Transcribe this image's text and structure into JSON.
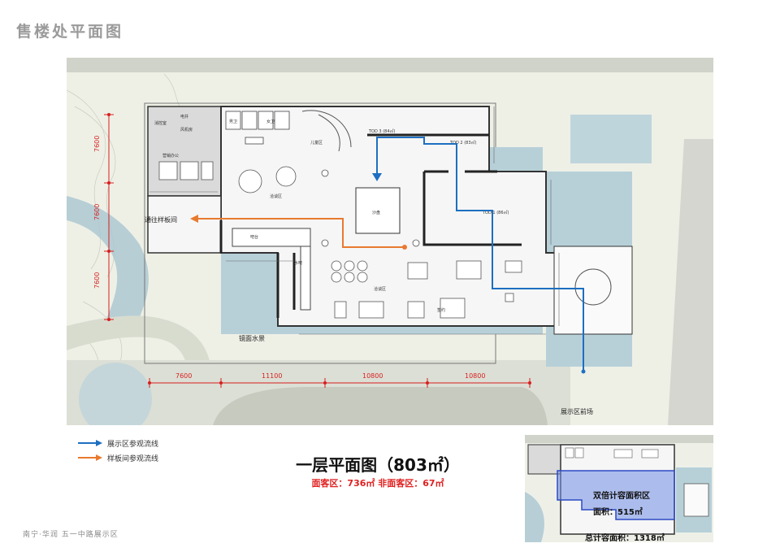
{
  "page": {
    "title": "售楼处平面图",
    "footer": "南宁·华润 五一中路展示区"
  },
  "plan": {
    "rooms": {
      "fire_control": "消控室",
      "electric": "电井",
      "fan_room": "风机房",
      "male_wc": "男卫",
      "female_wc": "女卫",
      "kids": "儿童区",
      "sales_office": "营销办公",
      "negotiation_1": "洽谈区",
      "sand_table": "沙盘",
      "bar": "吧台",
      "water_bar": "水吧",
      "negotiation_2": "洽谈区",
      "sign_area": "签约",
      "tod1": "TOD 1 (86㎡)",
      "tod2": "TOD 2 (83㎡)",
      "tod3": "TOD 3 (84㎡)",
      "mirror_water": "镜面水景",
      "to_model_room": "通往样板间",
      "front_square": "展示区前场"
    },
    "vertical_dims": [
      "7600",
      "7600",
      "7600"
    ],
    "horizontal_dims": [
      "7600",
      "11100",
      "10800",
      "10800"
    ]
  },
  "legend": {
    "items": [
      {
        "label": "展示区参观流线",
        "color": "#1d6fc1"
      },
      {
        "label": "样板间参观流线",
        "color": "#e87a2f"
      }
    ]
  },
  "caption": {
    "title": "一层平面图（803㎡）",
    "subtitle": "面客区：736㎡ 非面客区：67㎡"
  },
  "inset": {
    "label1": "双倍计容面积区",
    "label2": "面积：515㎡",
    "label3": "总计容面积：1318㎡"
  }
}
